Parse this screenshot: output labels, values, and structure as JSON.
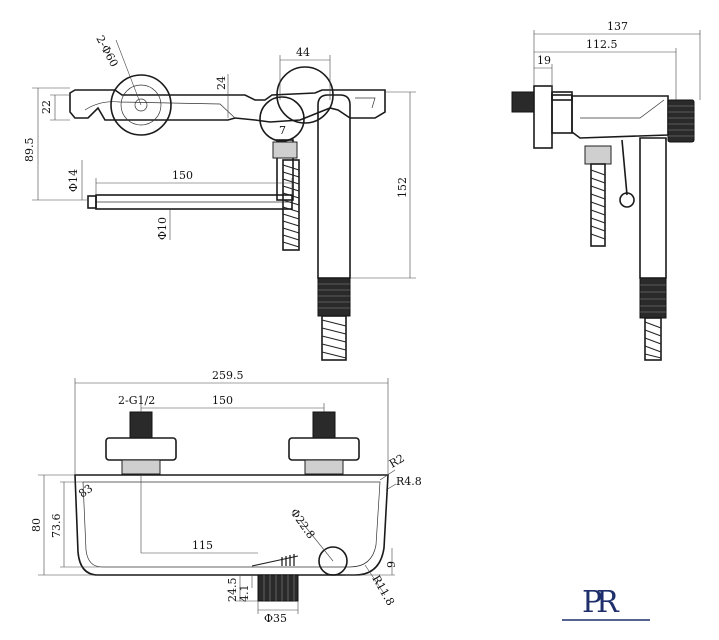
{
  "dimensions": {
    "front_bolt": "2-Φ60",
    "front_spacing": "44",
    "front_height_24": "24",
    "front_height_22": "22",
    "front_total_height": "89.5",
    "front_pipe_dia": "Φ14",
    "front_bar_length": "150",
    "front_inner_dia": "Φ10",
    "front_small": "7",
    "front_hose_height": "152",
    "side_total_width": "137",
    "side_width": "112.5",
    "side_inlet": "19",
    "top_total_width": "259.5",
    "top_thread": "2-G1/2",
    "top_spacing": "150",
    "top_radius_small": "R2",
    "top_radius_edge": "R4.8",
    "top_radius_corner": "83",
    "top_height_80": "80",
    "top_height_73": "73.6",
    "top_diverter_dia": "Φ22.8",
    "top_offset_115": "115",
    "top_depth_9": "9",
    "top_radius_outlet": "R11.8",
    "top_knob_height": "24.5",
    "top_knob_step": "4.1",
    "top_knob_dia": "Φ35"
  },
  "logo_text": "PR"
}
